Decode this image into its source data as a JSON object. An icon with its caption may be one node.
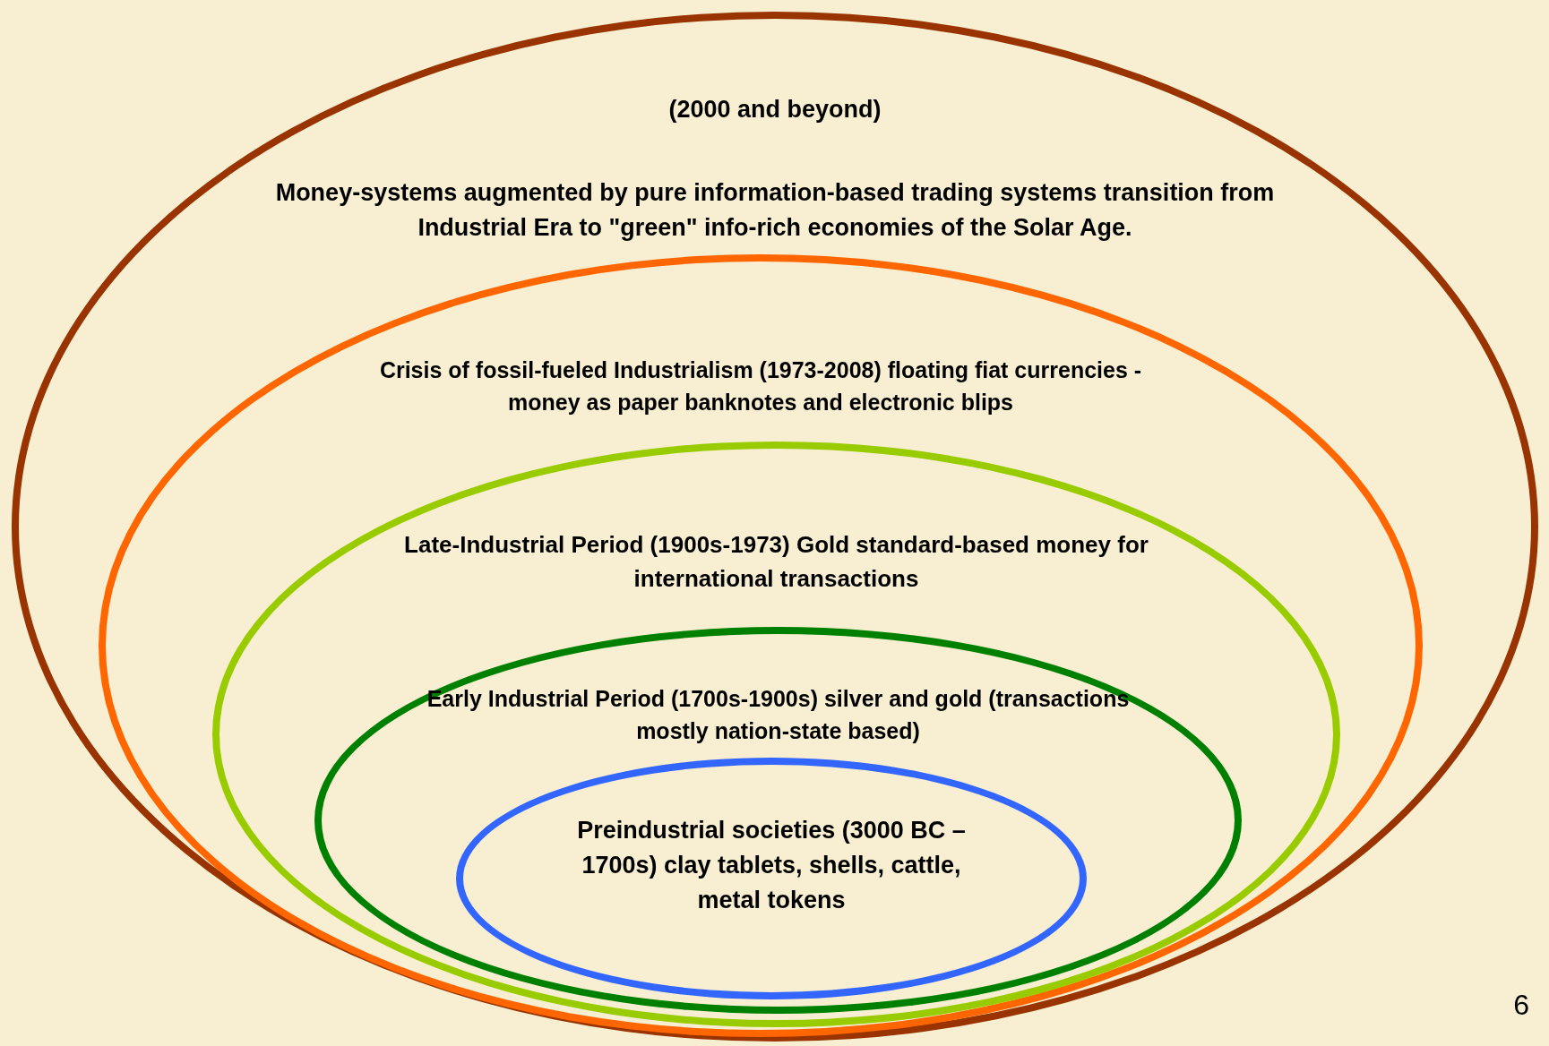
{
  "diagram": {
    "nodes": [
      {
        "text": [
          "(2000 and beyond)",
          "Money-systems augmented by pure information-based trading systems transition from Industrial Era to \"green\" info-rich economies of the Solar Age."
        ]
      },
      {
        "text": [
          "Crisis of fossil-fueled Industrialism (1973-2008) floating fiat currencies - money as paper banknotes and electronic blips"
        ],
        "in": 0
      },
      {
        "text": [
          "Late-Industrial Period (1900s-1973) Gold standard-based money for international transactions"
        ],
        "in": 1
      },
      {
        "text": [
          "Early Industrial Period (1700s-1900s) silver and gold (transactions mostly nation-state based)"
        ],
        "in": 2
      },
      {
        "text": [
          "Preindustrial societies (3000 BC – 1700s) clay tablets, shells, cattle, metal tokens"
        ],
        "in": 3
      }
    ],
    "labels": [
      "6"
    ]
  }
}
